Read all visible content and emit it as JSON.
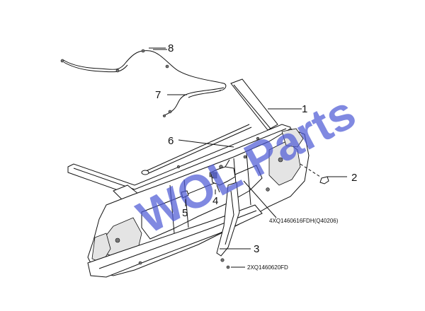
{
  "watermark": {
    "text": "WOL Parts",
    "color": "#4f5bd5"
  },
  "callouts": [
    {
      "id": "1",
      "label": "1"
    },
    {
      "id": "2",
      "label": "2"
    },
    {
      "id": "3",
      "label": "3"
    },
    {
      "id": "4",
      "label": "4"
    },
    {
      "id": "5",
      "label": "5"
    },
    {
      "id": "6",
      "label": "6"
    },
    {
      "id": "7",
      "label": "7"
    },
    {
      "id": "8",
      "label": "8"
    }
  ],
  "part_numbers": {
    "pn_a": "4XQ1460616FDH(Q40206)",
    "pn_b": "2XQ1460620FD"
  }
}
